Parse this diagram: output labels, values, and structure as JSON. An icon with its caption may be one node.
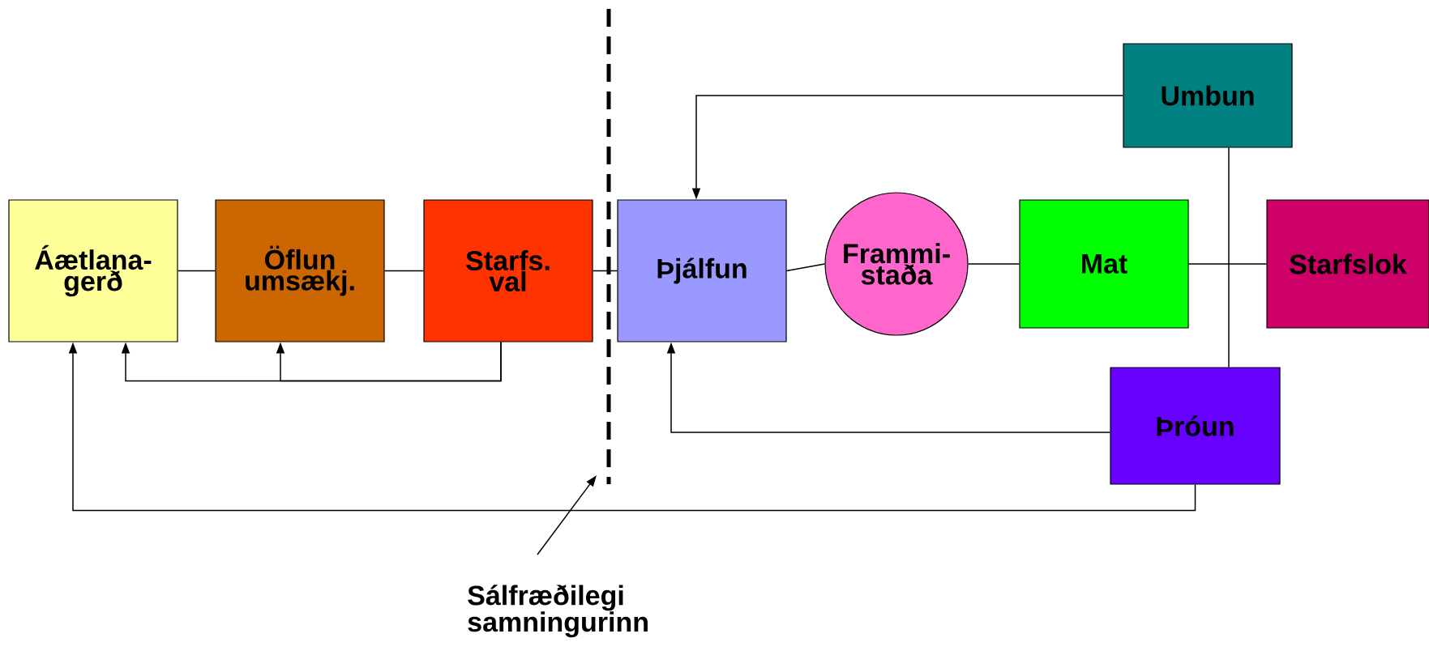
{
  "diagram": {
    "nodes": [
      {
        "text": [
          "Áætlana-gerð"
        ]
      },
      {
        "text": [
          "Öflun umsækj."
        ]
      },
      {
        "text": [
          "Starfs. val"
        ]
      },
      {
        "text": [
          "Þjálfun"
        ]
      },
      {
        "text": [
          "Frammi-staða"
        ]
      },
      {
        "text": [
          "Mat"
        ]
      },
      {
        "text": [
          "Starfslok"
        ]
      },
      {
        "text": [
          "Umbun"
        ]
      },
      {
        "text": [
          "Þróun"
        ]
      },
      {
        "text": [
          "Sálfræðilegi samningurinn"
        ]
      }
    ],
    "edges": [
      {
        "from": 0,
        "to": 1,
        "arrow": "none"
      },
      {
        "from": 1,
        "to": 2,
        "arrow": "none"
      },
      {
        "from": 2,
        "to": 3,
        "arrow": "none"
      },
      {
        "from": 3,
        "to": 4,
        "arrow": "none"
      },
      {
        "from": 4,
        "to": 5,
        "arrow": "none"
      },
      {
        "from": 5,
        "to": 6,
        "arrow": "none"
      },
      {
        "from": 7,
        "to": 8,
        "arrow": "none"
      },
      {
        "from": 7,
        "to": 3,
        "arrow": "to"
      },
      {
        "from": 8,
        "to": 3,
        "arrow": "to"
      },
      {
        "from": 8,
        "to": 0,
        "arrow": "to"
      },
      {
        "from": 2,
        "to": 1,
        "arrow": "to"
      },
      {
        "from": 2,
        "to": 0,
        "arrow": "to"
      },
      {
        "from": 9,
        "to": null,
        "arrow": "to"
      }
    ]
  }
}
